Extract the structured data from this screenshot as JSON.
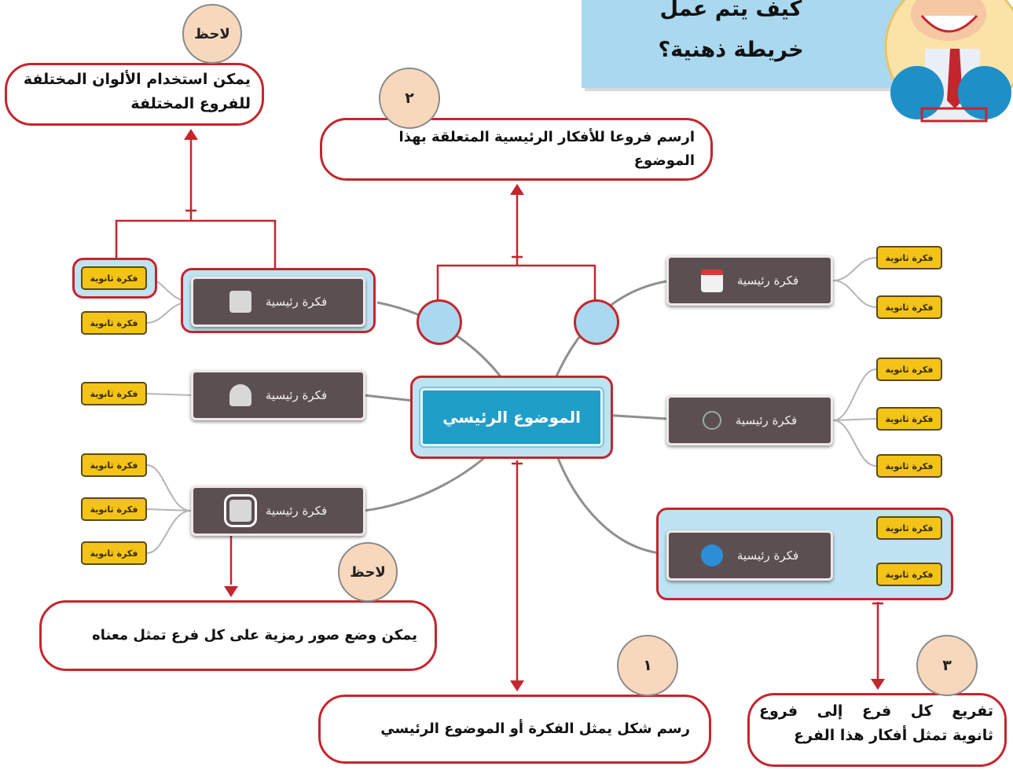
{
  "header": {
    "question": [
      "كيف يتم عمل",
      "خريطة ذهنية؟"
    ],
    "bg_color": "#a9d8ef"
  },
  "notes": {
    "colors_badge": "لاحظ",
    "colors_text": [
      "يمكن استخدام الألوان المختلفة",
      "للفروع المختلفة"
    ],
    "images_badge": "لاحظ",
    "images_text": "يمكن وضع صور رمزية على كل فرع تمثل معناه"
  },
  "steps": {
    "step1_num": "١",
    "step1_text": "رسم شكل يمثل الفكرة أو الموضوع الرئيسي",
    "step2_num": "٢",
    "step2_text": "ارسم فروعا للأفكار الرئيسية المتعلقة بهذا الموضوع",
    "step3_num": "٣",
    "step3_text": [
      "تفريع كل فرع إلى فروع",
      "ثانوية تمثل أفكار هذا الفرع"
    ]
  },
  "mindmap": {
    "center": "الموضوع الرئيسي",
    "main_label": "فكرة رئيسية",
    "sub_label": "فكرة ثانوية",
    "branches": [
      {
        "icon": "paper-icon",
        "subs": 2
      },
      {
        "icon": "printer-icon",
        "subs": 1
      },
      {
        "icon": "image-icon",
        "subs": 3
      },
      {
        "icon": "calendar-icon",
        "subs": 2
      },
      {
        "icon": "pin-icon",
        "subs": 3
      },
      {
        "icon": "globe-icon",
        "subs": 2
      }
    ]
  },
  "colors": {
    "accent_red": "#c4262e",
    "center_blue": "#1f9ec8",
    "main_node": "#5c4f51",
    "sub_node": "#f3c417",
    "badge": "#f8d8bd"
  }
}
